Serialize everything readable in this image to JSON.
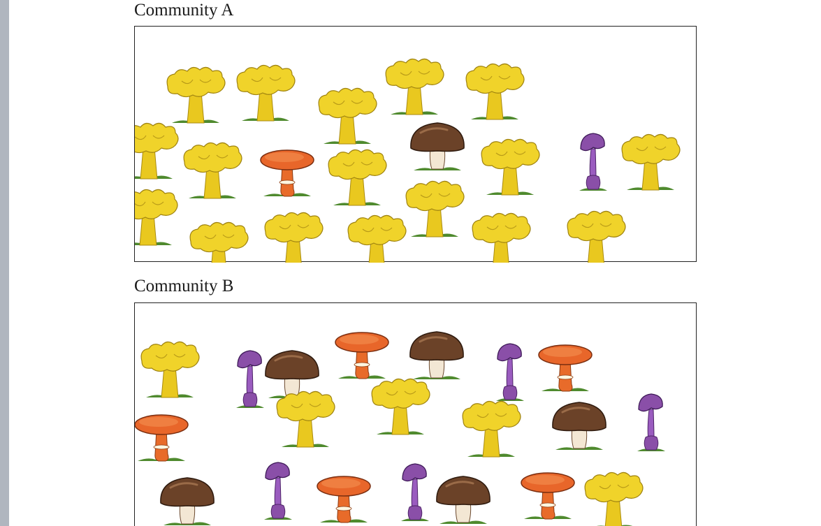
{
  "communities": [
    {
      "label": "Community A",
      "mushrooms": [
        {
          "type": "yellow"
        },
        {
          "type": "yellow"
        },
        {
          "type": "yellow"
        },
        {
          "type": "yellow"
        },
        {
          "type": "yellow"
        },
        {
          "type": "yellow"
        },
        {
          "type": "yellow"
        },
        {
          "type": "orange"
        },
        {
          "type": "yellow"
        },
        {
          "type": "brown"
        },
        {
          "type": "yellow"
        },
        {
          "type": "purple"
        },
        {
          "type": "yellow"
        },
        {
          "type": "yellow"
        },
        {
          "type": "yellow"
        },
        {
          "type": "yellow"
        },
        {
          "type": "yellow"
        },
        {
          "type": "yellow"
        },
        {
          "type": "yellow"
        },
        {
          "type": "yellow"
        }
      ]
    },
    {
      "label": "Community B",
      "mushrooms": [
        {
          "type": "yellow"
        },
        {
          "type": "purple"
        },
        {
          "type": "brown"
        },
        {
          "type": "orange"
        },
        {
          "type": "brown"
        },
        {
          "type": "purple"
        },
        {
          "type": "orange"
        },
        {
          "type": "orange"
        },
        {
          "type": "yellow"
        },
        {
          "type": "yellow"
        },
        {
          "type": "yellow"
        },
        {
          "type": "brown"
        },
        {
          "type": "purple"
        },
        {
          "type": "brown"
        },
        {
          "type": "purple"
        },
        {
          "type": "orange"
        },
        {
          "type": "purple"
        },
        {
          "type": "brown"
        },
        {
          "type": "orange"
        },
        {
          "type": "yellow"
        }
      ]
    }
  ],
  "colors": {
    "yellow": "#f0d32a",
    "orange": "#e8662a",
    "brown": "#6b4228",
    "purple": "#8a4fa8",
    "grass": "#4f8a2e"
  }
}
